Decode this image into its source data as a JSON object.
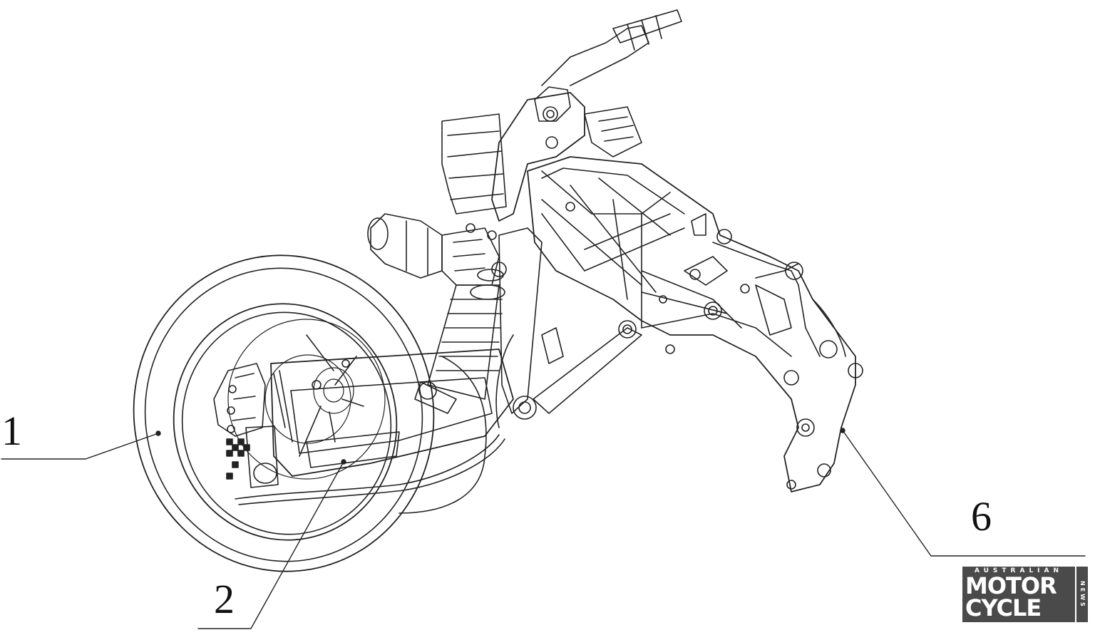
{
  "callouts": [
    {
      "id": "1",
      "label": "1",
      "part": "rear-wheel"
    },
    {
      "id": "2",
      "label": "2",
      "part": "swingarm"
    },
    {
      "id": "6",
      "label": "6",
      "part": "frame-mount"
    }
  ],
  "logo": {
    "top": "AUSTRALIAN",
    "line1": "MOTOR",
    "line2": "CYCLE",
    "side": "NEWS"
  },
  "colors": {
    "ink": "#222222",
    "background": "#ffffff",
    "logo_bg": "#4a4a4a"
  }
}
